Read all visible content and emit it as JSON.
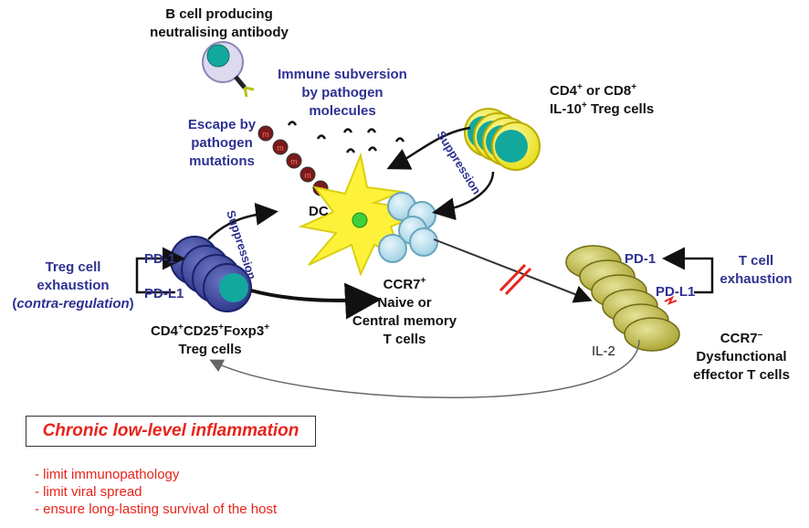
{
  "colors": {
    "label_dark": "#111111",
    "label_blue": "#2e3192",
    "accent_red": "#e8231a",
    "treg_blue": "#3d4aa0",
    "teal": "#13a89e",
    "yellow": "#f6ee1e",
    "light_blue": "#b7e0f0",
    "olive": "#b8b33a"
  },
  "bcell": {
    "line1": "B cell producing",
    "line2": "neutralising antibody"
  },
  "immune_subversion": {
    "line1": "Immune subversion",
    "line2": "by pathogen",
    "line3": "molecules"
  },
  "escape": {
    "line1": "Escape by",
    "line2": "pathogen",
    "line3": "mutations"
  },
  "il10_treg": {
    "line1": "CD4",
    "sup1": "+",
    "mid": " or CD8",
    "sup2": "+",
    "line2a": "IL-10",
    "sup3": "+",
    "line2b": " Treg cells"
  },
  "suppression_top": "Suppression",
  "suppression_left": "Suppression",
  "dc_label": "DC",
  "treg_exhaustion": {
    "line1": "Treg cell",
    "line2": "exhaustion",
    "line3_open": "(",
    "line3_italic": "contra-regulation",
    "line3_close": ")"
  },
  "pd1_left": "PD-1",
  "pdl1_left": "PD-L1",
  "foxp3_treg": {
    "p1": "CD4",
    "s1": "+",
    "p2": "CD25",
    "s2": "+",
    "p3": "Foxp3",
    "s3": "+",
    "line2": "Treg cells"
  },
  "naive": {
    "ccr7": "CCR7",
    "sup": "+",
    "line2": "Naive or",
    "line3": "Central memory",
    "line4": "T cells"
  },
  "t_exhaustion": {
    "line1": "T cell",
    "line2": "exhaustion"
  },
  "pd1_right": "PD-1",
  "pdl1_right": "PD-L1",
  "il2": "IL-2",
  "effector": {
    "ccr7": "CCR7",
    "sup": "–",
    "line2": "Dysfunctional",
    "line3": "effector T cells"
  },
  "mutation_mark": "m",
  "inflammation_title": "Chronic low-level inflammation",
  "bullets": [
    "- limit immunopathology",
    "- limit viral spread",
    "- ensure long-lasting survival of the host"
  ]
}
